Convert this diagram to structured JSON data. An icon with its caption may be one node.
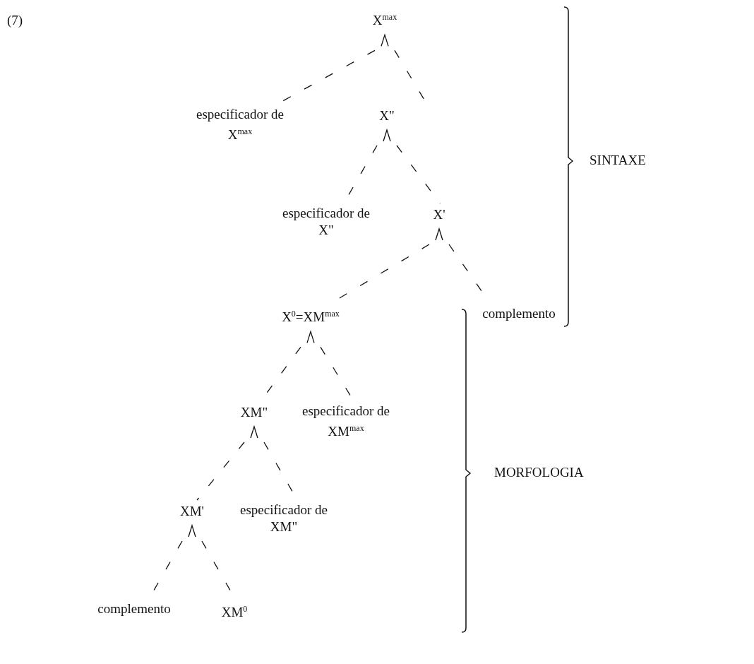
{
  "diagram": {
    "nodes": [
      {
        "text": [
          "X$^{max}$"
        ]
      },
      {
        "text": [
          "especificador de X$^{max}$"
        ]
      },
      {
        "text": [
          "X\""
        ]
      },
      {
        "text": [
          "especificador de X\""
        ]
      },
      {
        "text": [
          "X'"
        ]
      },
      {
        "text": [
          "X$^{0}$=XM$^{max}$"
        ]
      },
      {
        "text": [
          "complemento"
        ]
      },
      {
        "text": [
          "XM\""
        ]
      },
      {
        "text": [
          "especificador de XM$^{max}$"
        ]
      },
      {
        "text": [
          "XM'"
        ]
      },
      {
        "text": [
          "especificador de XM\""
        ]
      },
      {
        "text": [
          "complemento"
        ]
      },
      {
        "text": [
          "XM$^{0}$"
        ]
      }
    ],
    "edges": [
      {
        "from": 0,
        "to": 1,
        "arrow": "none",
        "style": "dashed"
      },
      {
        "from": 0,
        "to": 2,
        "arrow": "none",
        "style": "dashed"
      },
      {
        "from": 2,
        "to": 3,
        "arrow": "none",
        "style": "dashed"
      },
      {
        "from": 2,
        "to": 4,
        "arrow": "none",
        "style": "dashed"
      },
      {
        "from": 4,
        "to": 5,
        "arrow": "none",
        "style": "dashed"
      },
      {
        "from": 4,
        "to": 6,
        "arrow": "none",
        "style": "dashed"
      },
      {
        "from": 5,
        "to": 7,
        "arrow": "none",
        "style": "dashed"
      },
      {
        "from": 5,
        "to": 8,
        "arrow": "none",
        "style": "dashed"
      },
      {
        "from": 7,
        "to": 9,
        "arrow": "none",
        "style": "dashed"
      },
      {
        "from": 7,
        "to": 10,
        "arrow": "none",
        "style": "dashed"
      },
      {
        "from": 9,
        "to": 11,
        "arrow": "none",
        "style": "dashed"
      },
      {
        "from": 9,
        "to": 12,
        "arrow": "none",
        "style": "dashed"
      }
    ],
    "labels": [
      "(7)",
      "SINTAXE",
      "MORFOLOGIA"
    ]
  }
}
